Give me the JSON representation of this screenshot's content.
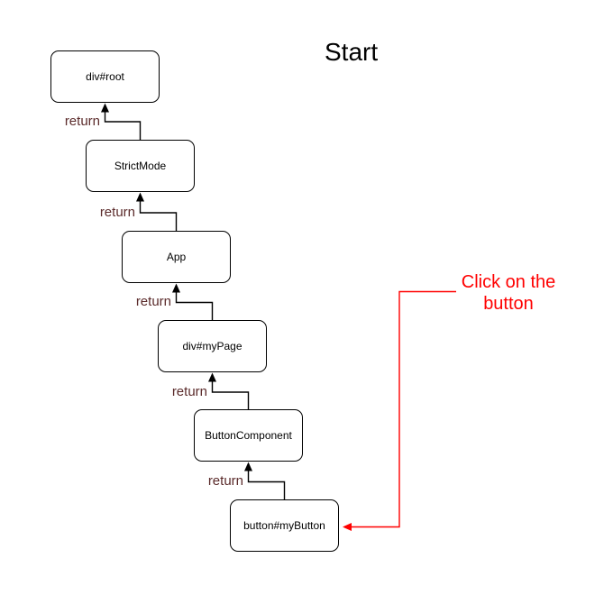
{
  "title": "Start",
  "nodes": [
    {
      "label": "div#root"
    },
    {
      "label": "StrictMode"
    },
    {
      "label": "App"
    },
    {
      "label": "div#myPage"
    },
    {
      "label": "ButtonComponent"
    },
    {
      "label": "button#myButton"
    }
  ],
  "edges": [
    {
      "label": "return"
    },
    {
      "label": "return"
    },
    {
      "label": "return"
    },
    {
      "label": "return"
    },
    {
      "label": "return"
    }
  ],
  "annotation": {
    "text": "Click on the button"
  },
  "colors": {
    "background": "#FFFFFF",
    "node_border": "#000000",
    "edge_line": "#000000",
    "edge_label": "#5B2B2B",
    "annotation": "#FF0000"
  }
}
